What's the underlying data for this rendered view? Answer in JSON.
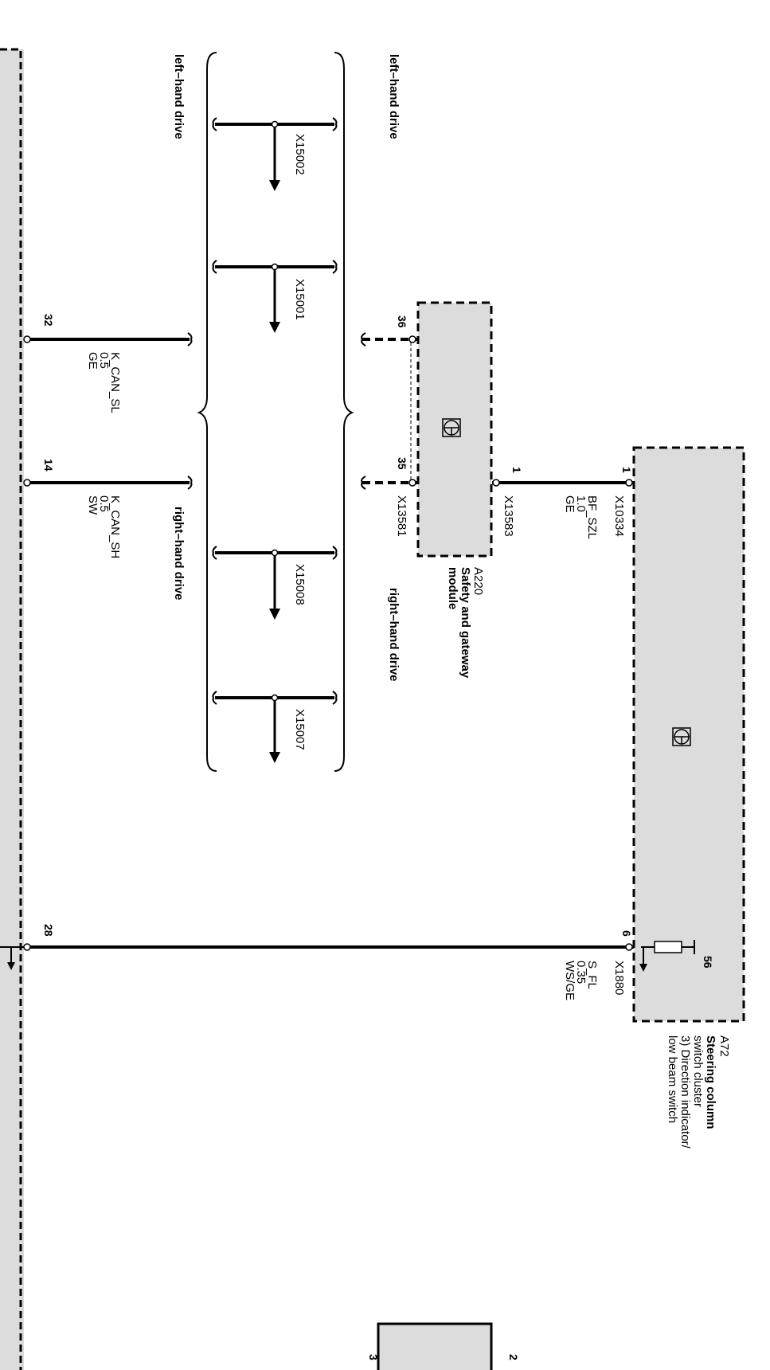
{
  "modules": {
    "a72": {
      "id": "A72",
      "name_lines": [
        "Steering column",
        "switch cluster",
        "3) Direction indicator/",
        "low beam   switch"
      ]
    },
    "a220": {
      "id": "A220",
      "name_lines": [
        "Safety and gateway",
        "module"
      ]
    },
    "bottom_box": {
      "pin_left": "3",
      "pin_right": "2"
    }
  },
  "connectors": {
    "x10334": {
      "name": "X10334",
      "pin": "1"
    },
    "x1880": {
      "name": "X1880",
      "pin": "6",
      "internal_pin": "56"
    },
    "x13583": {
      "name": "X13583",
      "pin": "1"
    },
    "x13581": {
      "name": "X13581",
      "pin_35": "35",
      "pin_36": "36"
    },
    "bus_pin_32": "32",
    "bus_pin_14": "14",
    "bus_pin_28": "28"
  },
  "wires": {
    "bf_szl": {
      "signal": "BF_SZL",
      "size": "1.0",
      "color": "GE"
    },
    "s_fl": {
      "signal": "S_FL",
      "size": "0.35",
      "color": "WS/GE"
    },
    "k_can_sl": {
      "signal": "K_CAN_SL",
      "size": "0.5",
      "color": "GE"
    },
    "k_can_sh": {
      "signal": "K_CAN_SH",
      "size": "0.5",
      "color": "SW"
    }
  },
  "splices": [
    "X15002",
    "X15001",
    "X15008",
    "X15007"
  ],
  "variants": {
    "lhd": "left–hand drive",
    "rhd": "right–hand drive"
  },
  "colors": {
    "module_fill": "#dcdcdc",
    "line": "#000000"
  }
}
